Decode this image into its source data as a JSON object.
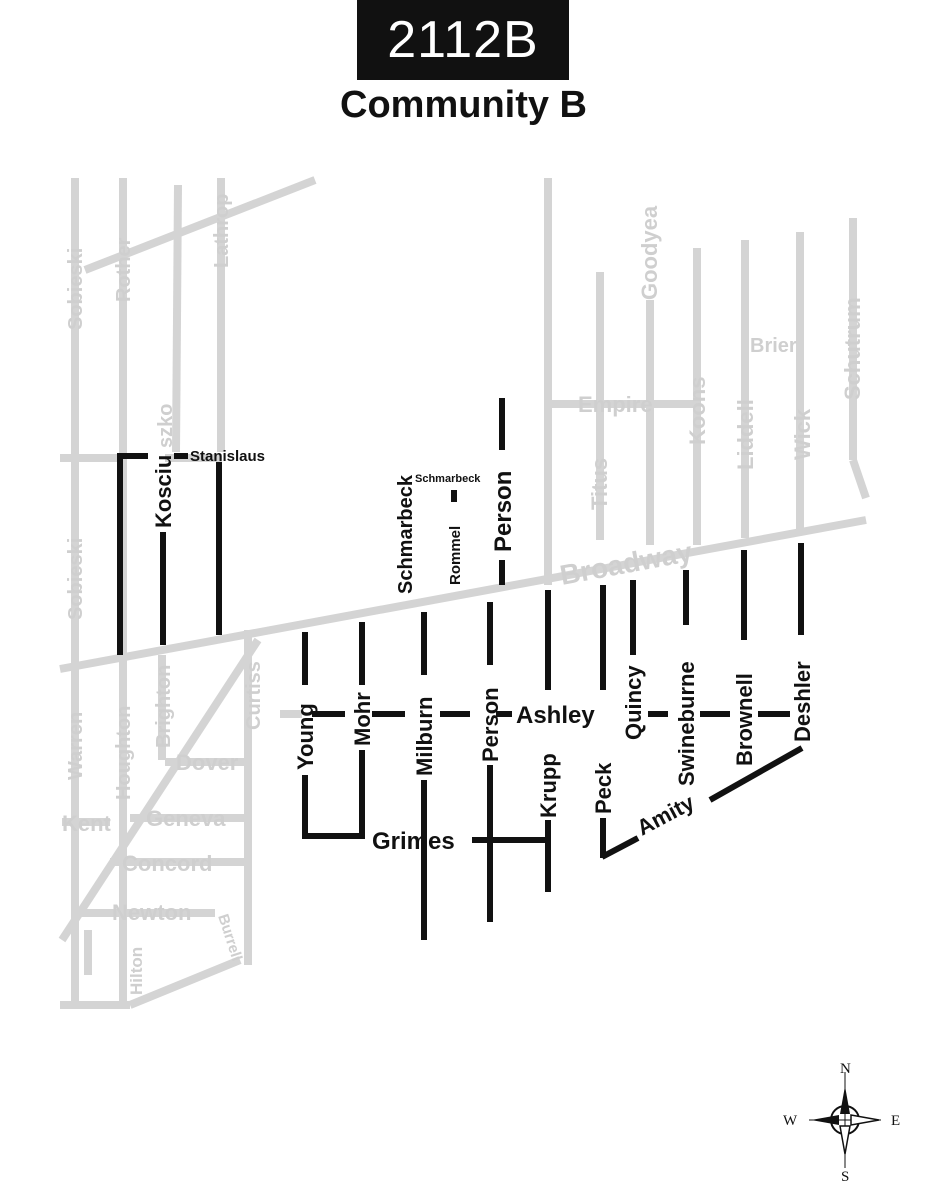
{
  "header": {
    "route_number": "2112B",
    "community": "Community B"
  },
  "colors": {
    "highlight_road": "#111111",
    "background_road": "#d4d4d4",
    "title_bg": "#111111"
  },
  "streets": {
    "highlighted": {
      "stanislaus": "Stanislaus",
      "kosciuszko_part": "Kosciu",
      "schmarbeck": "Schmarbeck",
      "schmarbeck_small": "Schmarbeck",
      "rommel": "Rommel",
      "person_north": "Person",
      "young": "Young",
      "mohr": "Mohr",
      "milburn": "Milburn",
      "person_south": "Person",
      "ashley": "Ashley",
      "krupp": "Krupp",
      "peck": "Peck",
      "quincy": "Quincy",
      "swineburne": "Swineburne",
      "brownell": "Brownell",
      "deshler": "Deshler",
      "grimes": "Grimes",
      "amity": "Amity"
    },
    "background": {
      "sobieski_north": "Sobieski",
      "sobieski_south": "Sobieski",
      "rother": "Rother",
      "lathrop": "Lathrop",
      "kosciuszko_rest": "szko",
      "empire": "Empire",
      "goodyear": "Goodyea",
      "titus": "Titus",
      "koons": "Koons",
      "liddell": "Liddell",
      "brier": "Brier",
      "wick": "Wick",
      "schutrum": "Schutrum",
      "broadway": "Broadway",
      "warren": "Warren",
      "houghton": "Houghton",
      "brighton": "Brighton",
      "curtiss": "Curtiss",
      "dover": "Dover",
      "kent": "Kent",
      "geneva": "Geneva",
      "concord": "Concord",
      "newton": "Newton",
      "hilton": "Hilton",
      "burrell": "Burrell"
    }
  },
  "compass": {
    "north": "N",
    "south": "S",
    "east": "E",
    "west": "W"
  }
}
